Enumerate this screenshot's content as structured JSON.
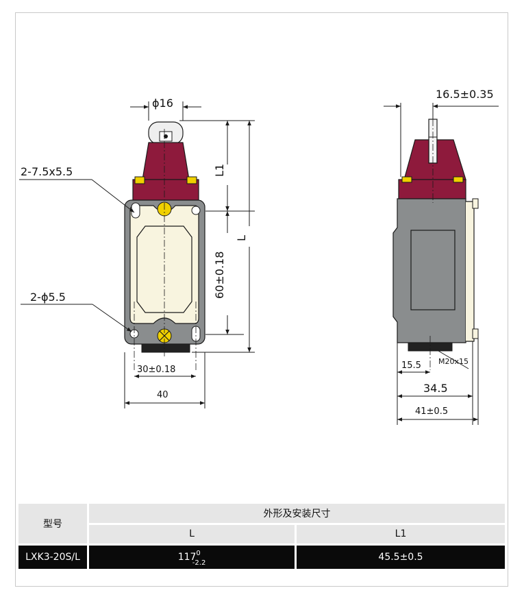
{
  "colors": {
    "housing_red": "#8e1a3c",
    "body_gray": "#8a8d8e",
    "cover_cream": "#f8f4df",
    "screw_yellow": "#f0d000",
    "line": "#1a1a1a"
  },
  "front_view": {
    "dim_roller_dia": "ϕ16",
    "dim_L1": "L1",
    "dim_L": "L",
    "dim_center_height": "60±0.18",
    "dim_hole_slot": "2-7.5x5.5",
    "dim_hole_round": "2-ϕ5.5",
    "dim_hole_spacing": "30±0.18",
    "dim_width": "40"
  },
  "side_view": {
    "dim_actuator_offset": "16.5±0.35",
    "dim_thread": "M20x15",
    "dim_thread_offset": "15.5",
    "dim_body_depth": "34.5",
    "dim_total_depth": "41±0.5"
  },
  "table": {
    "model_header": "型号",
    "group_header": "外形及安装尺寸",
    "col_L": "L",
    "col_L1": "L1",
    "rows": [
      {
        "model": "LXK3-20S/L",
        "L_value": "117",
        "L_tol_upper": "0",
        "L_tol_lower": "-2.2",
        "L1_value": "45.5±0.5"
      }
    ]
  }
}
